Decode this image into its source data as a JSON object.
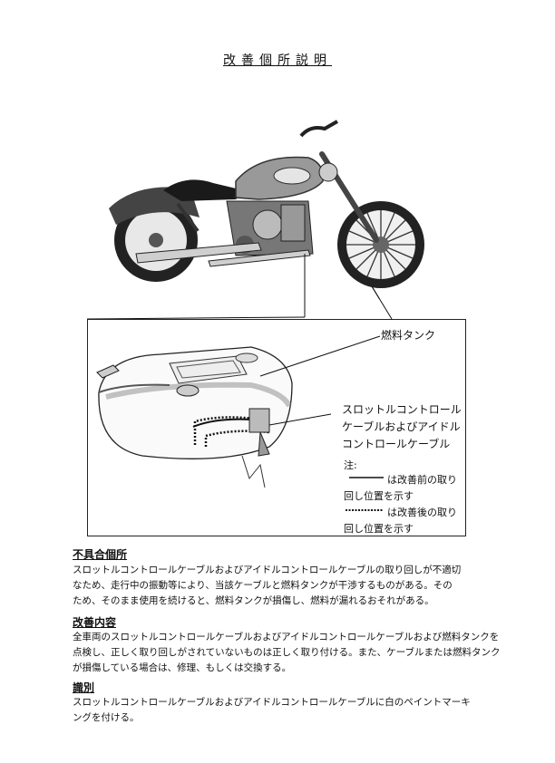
{
  "title": "改善個所説明",
  "diagram": {
    "tank_label": "燃料タンク",
    "cable_label_lines": [
      "スロットルコントロール",
      "ケーブルおよびアイドル",
      "コントロールケーブル"
    ],
    "note_label": "注:",
    "legend_solid_text": "は改善前の取り",
    "legend_solid_text2": "回し位置を示す",
    "legend_dotted_text": "は改善後の取り",
    "legend_dotted_text2": "回し位置を示す"
  },
  "sections": {
    "defect": {
      "heading": "不具合個所",
      "lines": [
        "スロットルコントロールケーブルおよびアイドルコントロールケーブルの取り回しが不適切",
        "なため、走行中の振動等により、当該ケーブルと燃料タンクが干渉するものがある。その",
        "ため、そのまま使用を続けると、燃料タンクが損傷し、燃料が漏れるおそれがある。"
      ]
    },
    "remedy": {
      "heading": "改善内容",
      "lines": [
        "全車両のスロットルコントロールケーブルおよびアイドルコントロールケーブルおよび燃料タンクを",
        "点検し、正しく取り回しがされていないものは正しく取り付ける。また、ケーブルまたは燃料タンク",
        "が損傷している場合は、修理、もしくは交換する。"
      ]
    },
    "identification": {
      "heading": "識別",
      "lines": [
        "スロットルコントロールケーブルおよびアイドルコントロールケーブルに白のペイントマーキ",
        "ングを付ける。"
      ]
    }
  }
}
